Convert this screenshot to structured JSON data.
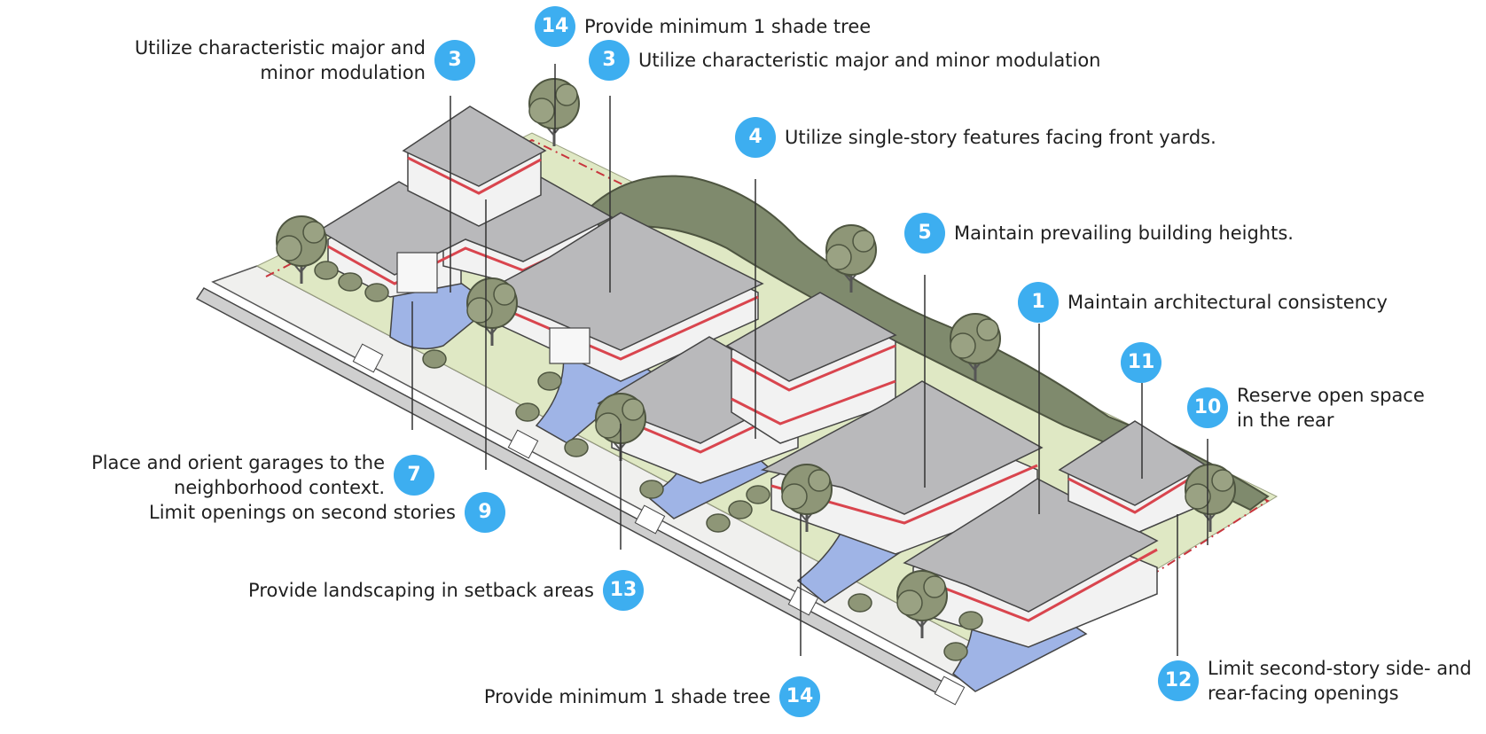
{
  "callouts": [
    {
      "id": "c14a",
      "number": "14",
      "line1": "Provide minimum 1 shade tree",
      "line2": ""
    },
    {
      "id": "c3a",
      "number": "3",
      "line1": "Utilize characteristic major and",
      "line2": "minor modulation"
    },
    {
      "id": "c3b",
      "number": "3",
      "line1": "Utilize characteristic major and minor modulation",
      "line2": ""
    },
    {
      "id": "c4",
      "number": "4",
      "line1": "Utilize single-story features facing front yards.",
      "line2": ""
    },
    {
      "id": "c5",
      "number": "5",
      "line1": "Maintain prevailing building heights.",
      "line2": ""
    },
    {
      "id": "c1",
      "number": "1",
      "line1": "Maintain architectural consistency",
      "line2": ""
    },
    {
      "id": "c11",
      "number": "11",
      "line1": "",
      "line2": ""
    },
    {
      "id": "c10",
      "number": "10",
      "line1": "Reserve open space",
      "line2": "in the rear"
    },
    {
      "id": "c7",
      "number": "7",
      "line1": "Place and orient garages to the",
      "line2": "neighborhood context."
    },
    {
      "id": "c9",
      "number": "9",
      "line1": "Limit openings on second stories",
      "line2": ""
    },
    {
      "id": "c13",
      "number": "13",
      "line1": "Provide landscaping in setback areas",
      "line2": ""
    },
    {
      "id": "c14b",
      "number": "14",
      "line1": "Provide minimum 1 shade tree",
      "line2": ""
    },
    {
      "id": "c12",
      "number": "12",
      "line1": "Limit second-story side- and",
      "line2": "rear-facing openings"
    }
  ],
  "colors": {
    "badge": "#3daef0",
    "lawn": "#dfe8c4",
    "driveway": "#9fb4e6",
    "roof": "#b9b9bb",
    "wall": "#f2f2f2",
    "accent_line": "#d9454e",
    "tree": "#8e9677",
    "hedge": "#7f8a6d",
    "sidewalk": "#f0f0ee"
  }
}
